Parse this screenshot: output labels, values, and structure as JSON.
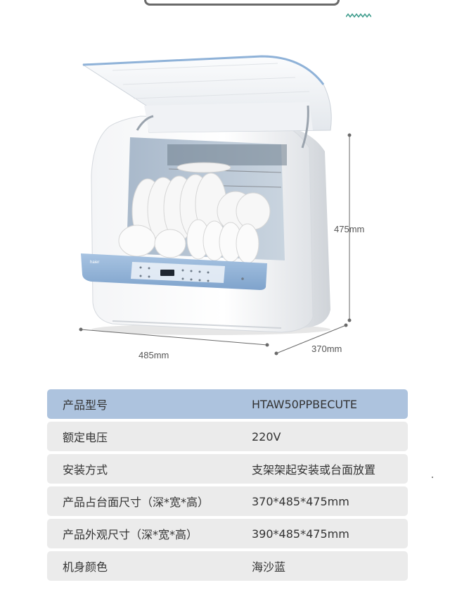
{
  "dimensions": {
    "height": "475mm",
    "width": "485mm",
    "depth": "370mm"
  },
  "specs": {
    "header": {
      "key": "产品型号",
      "value": "HTAW50PPBECUTE"
    },
    "rows": [
      {
        "key": "额定电压",
        "value": "220V"
      },
      {
        "key": "安装方式",
        "value": "支架架起安装或台面放置"
      },
      {
        "key": "产品占台面尺寸（深*宽*高）",
        "value": "370*485*475mm"
      },
      {
        "key": "产品外观尺寸（深*宽*高）",
        "value": "390*485*475mm"
      },
      {
        "key": "机身颜色",
        "value": "海沙蓝"
      }
    ]
  },
  "colors": {
    "header_row": "#adc3de",
    "row": "#ebebeb",
    "panel_blue": "#8fb2d8"
  }
}
